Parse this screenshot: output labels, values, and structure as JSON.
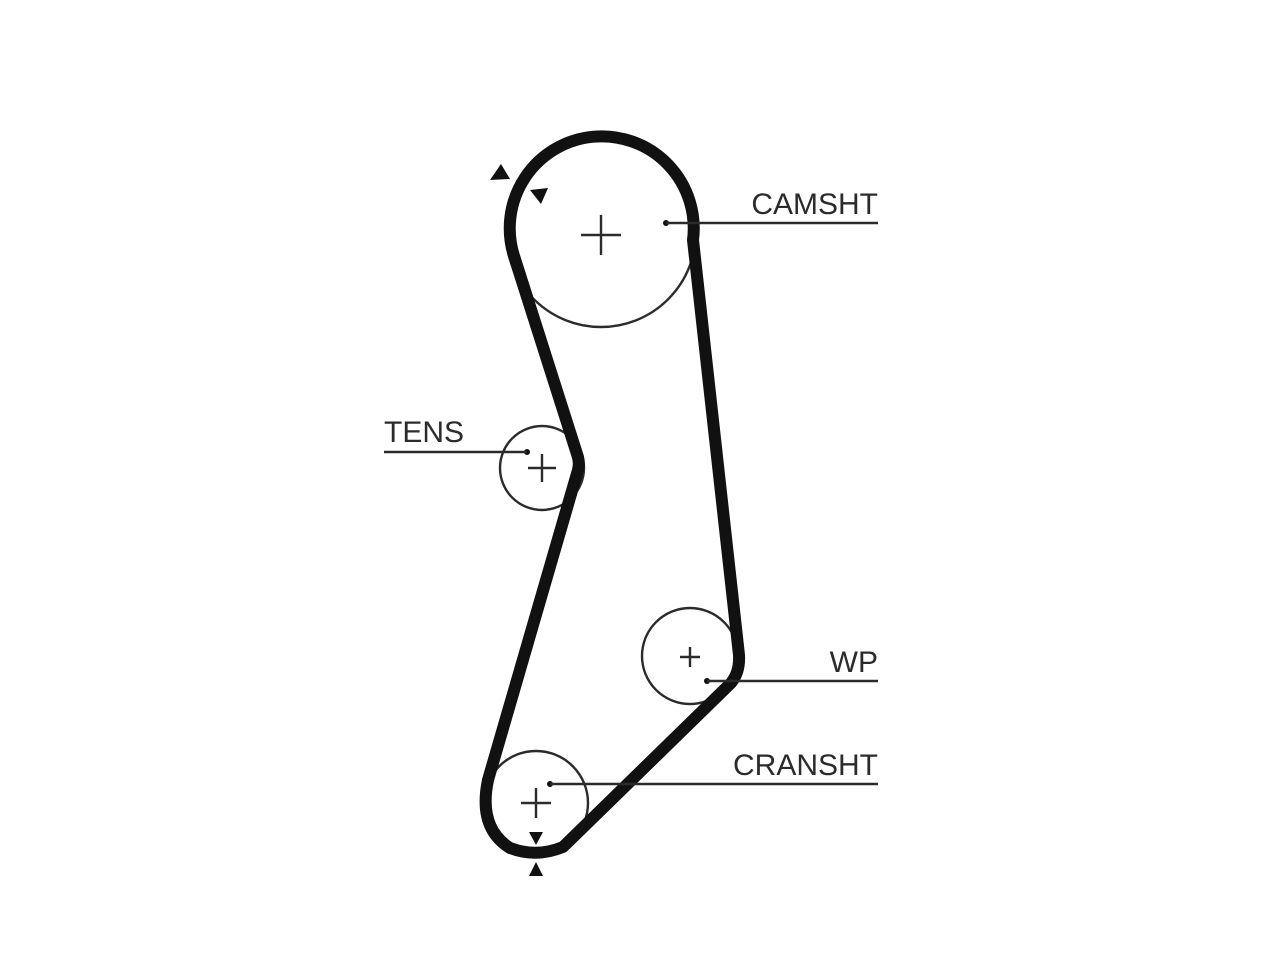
{
  "diagram": {
    "labels": {
      "camshaft": "CAMSHT",
      "tensioner": "TENS",
      "water_pump": "WP",
      "crankshaft": "CRANSHT"
    },
    "colors": {
      "belt": "#111111",
      "line": "#2b2b2b",
      "background": "#ffffff"
    }
  }
}
